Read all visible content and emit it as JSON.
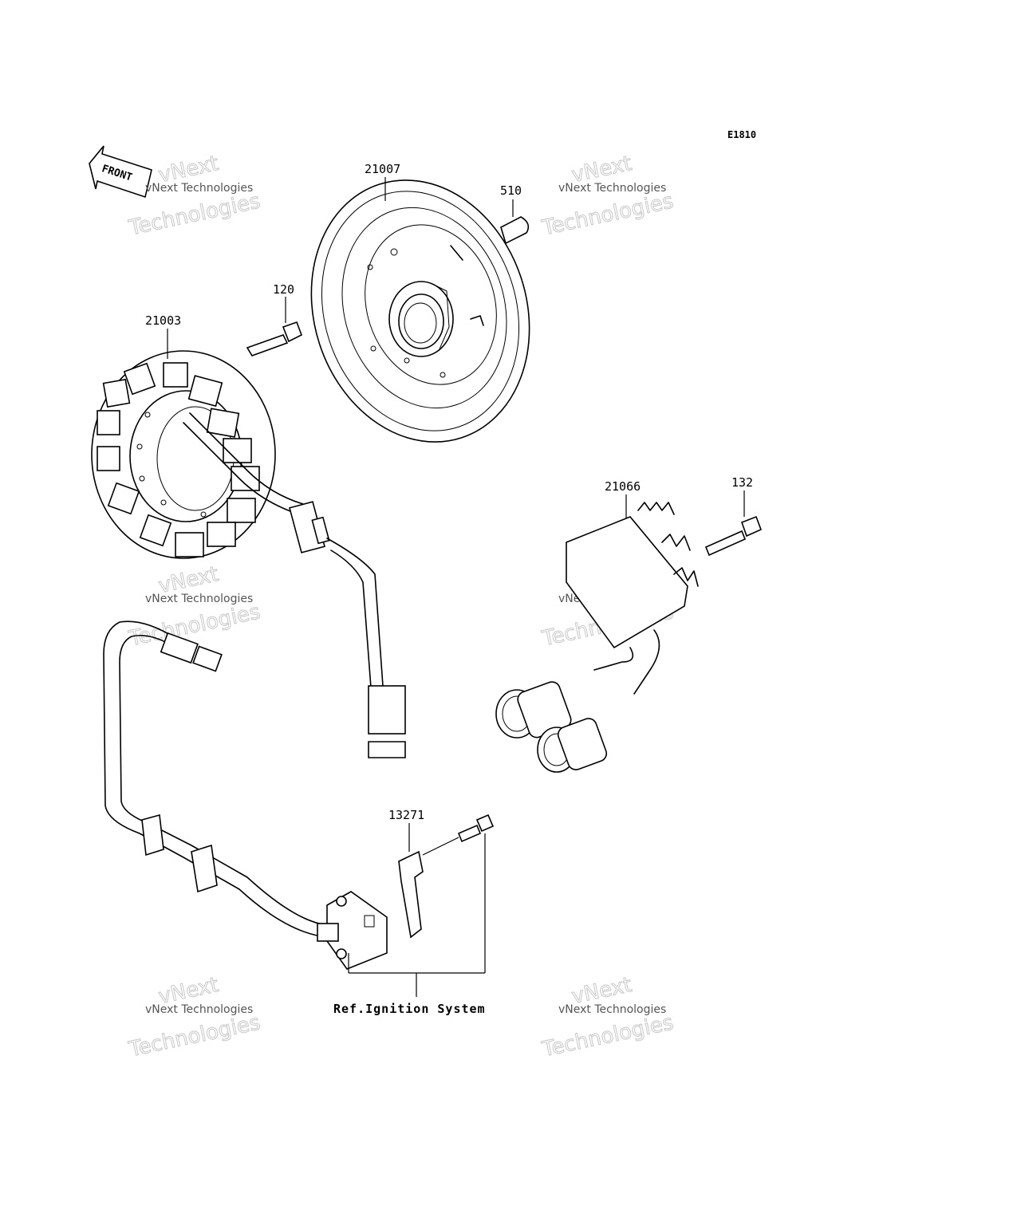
{
  "diagram_code": "E1810",
  "front_label": "FRONT",
  "reference_note": "Ref.Ignition System",
  "watermark": {
    "small": "vNext Technologies",
    "large_top": "vNext",
    "large_bottom": "Technologies"
  },
  "parts": [
    {
      "id": "flywheel",
      "number": "21007"
    },
    {
      "id": "key",
      "number": "510"
    },
    {
      "id": "bolt-stator",
      "number": "120"
    },
    {
      "id": "stator",
      "number": "21003"
    },
    {
      "id": "regulator",
      "number": "21066"
    },
    {
      "id": "bolt-regulator",
      "number": "132"
    },
    {
      "id": "pickup-coil",
      "number": "13271"
    }
  ]
}
